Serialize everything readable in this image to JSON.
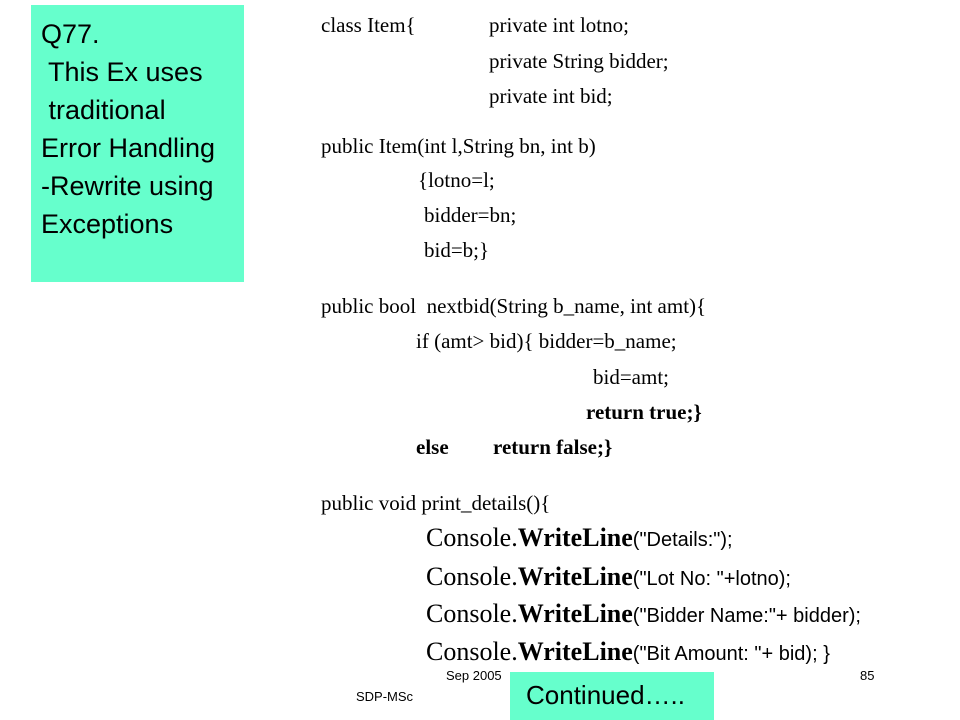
{
  "callout": {
    "lines": [
      "Q77.",
      " This Ex uses",
      " traditional",
      "Error Handling",
      "",
      "-Rewrite using",
      "Exceptions"
    ]
  },
  "code": {
    "class_decl": "class Item{",
    "fields": [
      "private int lotno;",
      "private String bidder;",
      "private int bid;"
    ],
    "ctor": [
      "public Item(int l,String bn, int b)",
      "{lotno=l;",
      "bidder=bn;",
      "bid=b;}"
    ],
    "nextbid": {
      "sig": "public bool  nextbid(String b_name, int amt){",
      "if_line": "if (amt> bid){ bidder=b_name;",
      "bid_amt": "bid=amt;",
      "ret_true": "return true;}",
      "else_kw": "else",
      "ret_false": "return false;}"
    },
    "print_sig": "public void print_details(){",
    "console": {
      "class_name": "Console.",
      "method": "WriteLine",
      "args": [
        "(\"Details:\");",
        "(\"Lot No: \"+lotno);",
        "(\"Bidder Name:\"+ bidder);",
        "(\"Bit Amount: \"+ bid); }"
      ]
    }
  },
  "footer": {
    "date": "Sep 2005",
    "course": "SDP-MSc",
    "page": "85"
  },
  "continued": "Continued….."
}
